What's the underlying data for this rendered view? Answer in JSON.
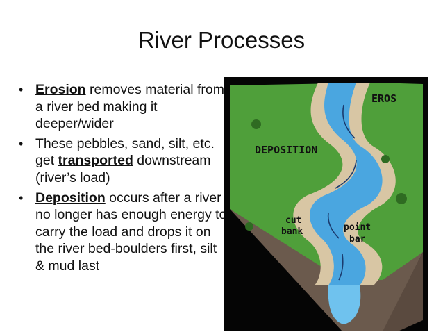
{
  "slide": {
    "title": "River Processes",
    "bullets": [
      {
        "before": "",
        "term": "Erosion",
        "after": " removes material from a river bed making it deeper/wider"
      },
      {
        "before": "These pebbles, sand, silt, etc. get ",
        "term": "transported",
        "after": " downstream (river’s load)"
      },
      {
        "before": "",
        "term": "Deposition",
        "after": " occurs after a river no longer has enough energy to carry the load and drops it on the river bed-boulders first, silt & mud last"
      }
    ]
  },
  "figure": {
    "labels": {
      "erosion": "EROS",
      "deposition": "DEPOSITION",
      "cut_bank_1": "cut",
      "cut_bank_2": "bank",
      "point_bar_1": "point",
      "point_bar_2": "bar"
    },
    "colors": {
      "grass": "#4f9f3a",
      "grass_dark": "#3f7f2c",
      "soil": "#6b5a4d",
      "sand": "#d8c6a4",
      "water": "#4aa6e0",
      "water_light": "#8fd0f3",
      "frame": "#050505"
    }
  }
}
